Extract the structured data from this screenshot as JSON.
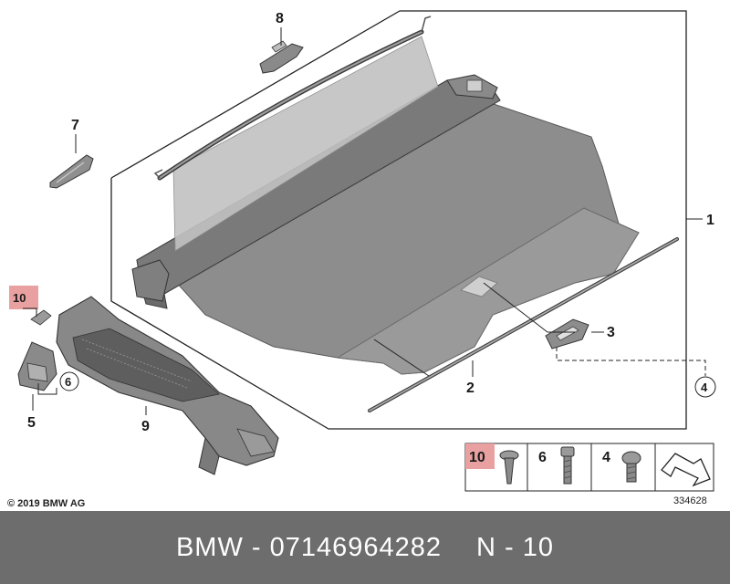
{
  "diagram": {
    "callouts": {
      "c1": "1",
      "c2": "2",
      "c3": "3",
      "c4": "4",
      "c5": "5",
      "c6": "6",
      "c7": "7",
      "c8": "8",
      "c9": "9",
      "c10": "10"
    },
    "legend": {
      "item10": "10",
      "item6": "6",
      "item4": "4"
    },
    "diagram_number": "334628",
    "copyright": "© 2019 BMW AG",
    "highlight_color": "#e8a0a0"
  },
  "footer": {
    "brand": "BMW",
    "separator": "-",
    "part_number": "07146964282",
    "position_label": "N - 10"
  }
}
